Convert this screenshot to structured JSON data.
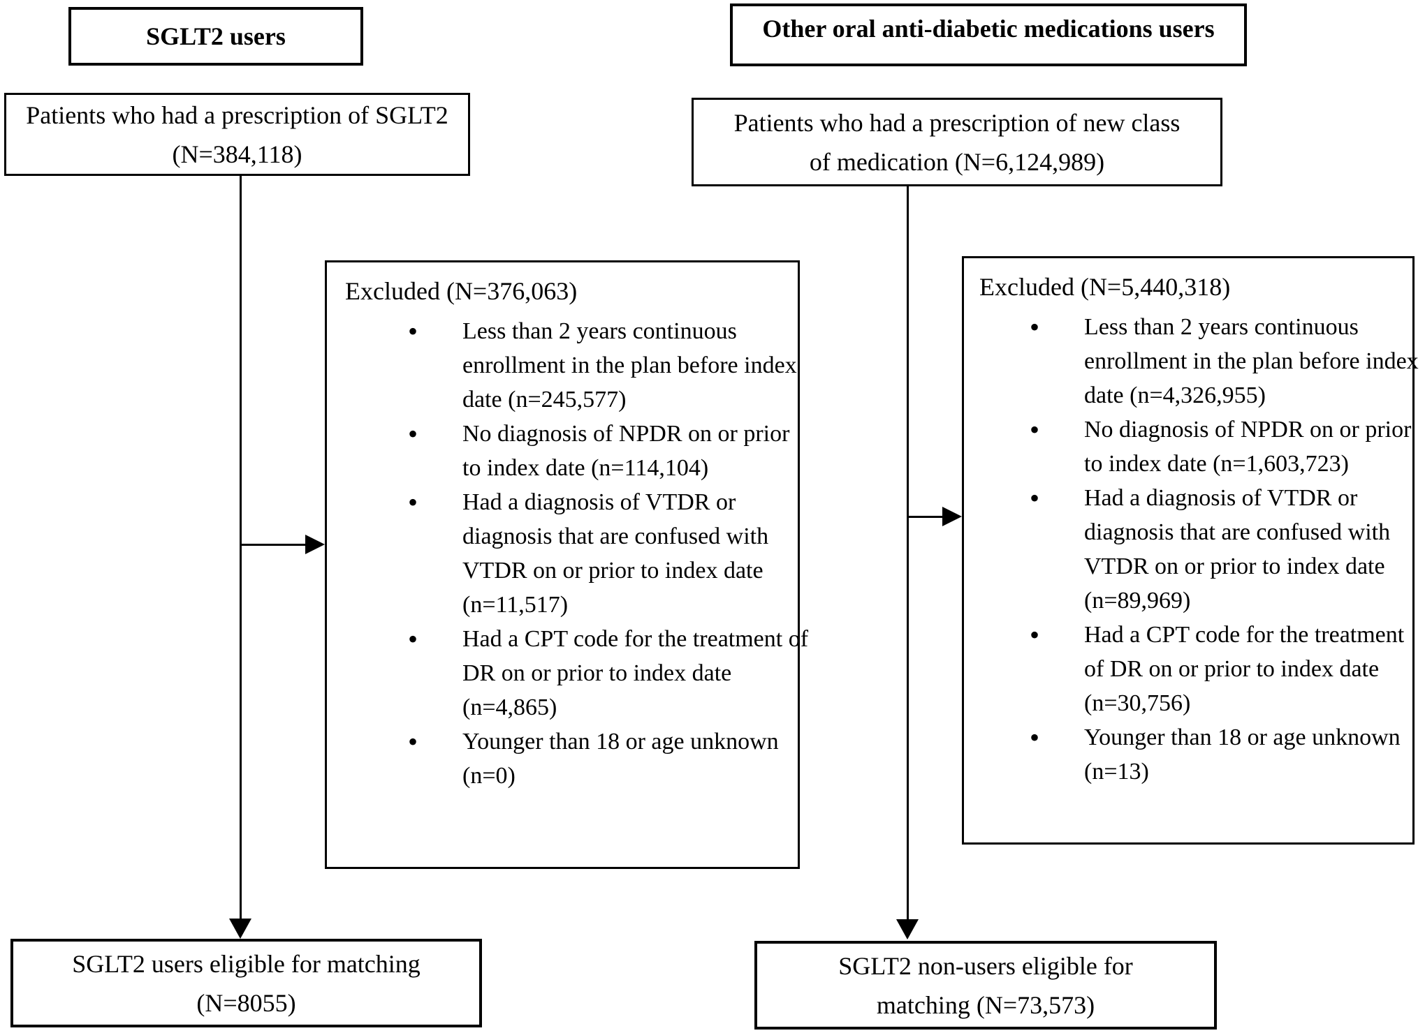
{
  "figure": {
    "left": {
      "group_label": "SGLT2 users",
      "population": "Patients who had a prescription of SGLT2 (N=384,118)",
      "excluded_title": "Excluded (N=376,063)",
      "excluded_bullets": [
        "Less than 2 years continuous enrollment in the plan before index date (n=245,577)",
        "No diagnosis of NPDR on or prior to index date (n=114,104)",
        "Had a diagnosis of VTDR or diagnosis that are confused with VTDR on or prior to index date (n=11,517)",
        "Had a CPT code for the treatment of DR on or prior to index date (n=4,865)",
        "Younger than 18 or age unknown (n=0)"
      ],
      "result": "SGLT2 users eligible for matching (N=8055)"
    },
    "right": {
      "group_label": "Other oral anti-diabetic medications users",
      "population": "Patients who had a prescription of new class of medication (N=6,124,989)",
      "excluded_title": "Excluded (N=5,440,318)",
      "excluded_bullets": [
        "Less than 2 years continuous enrollment in the plan before index date (n=4,326,955)",
        "No diagnosis of NPDR on or prior to index date (n=1,603,723)",
        "Had a diagnosis of VTDR or diagnosis that are confused with VTDR on or prior to index date (n=89,969)",
        "Had a CPT code for the treatment of DR on or prior to index date (n=30,756)",
        "Younger than 18 or age unknown (n=13)"
      ],
      "result": "SGLT2 non-users eligible for matching (N=73,573)"
    }
  }
}
